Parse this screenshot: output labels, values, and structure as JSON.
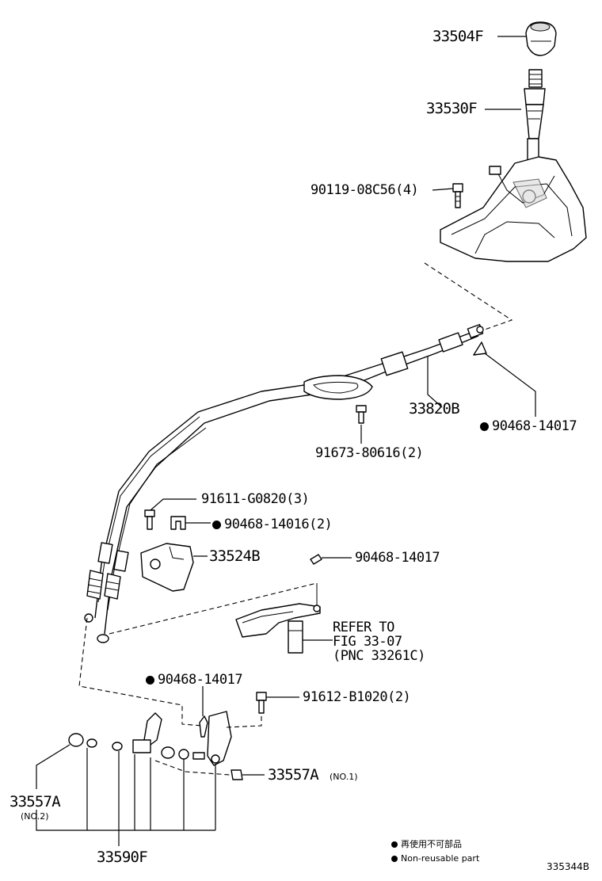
{
  "callouts": {
    "p33504F": "33504F",
    "p33530F": "33530F",
    "p90119": "90119-08C56(4)",
    "p33820B": "33820B",
    "p90468_top": "90468-14017",
    "p91673": "91673-80616(2)",
    "p91611": "91611-G0820(3)",
    "p90468_14016": "90468-14016(2)",
    "p33524B": "33524B",
    "p90468_mid": "90468-14017",
    "refer_line1": "REFER TO",
    "refer_line2": "FIG 33-07",
    "refer_line3": "(PNC 33261C)",
    "p90468_low": "90468-14017",
    "p91612": "91612-B1020(2)",
    "p33557A_no1": "33557A",
    "no1": "(NO.1)",
    "p33557A_no2": "33557A",
    "no2": "(NO.2)",
    "p33590F": "33590F"
  },
  "legend": {
    "jp": "再使用不可部品",
    "en": "Non-reusable part"
  },
  "figure_id": "335344B"
}
